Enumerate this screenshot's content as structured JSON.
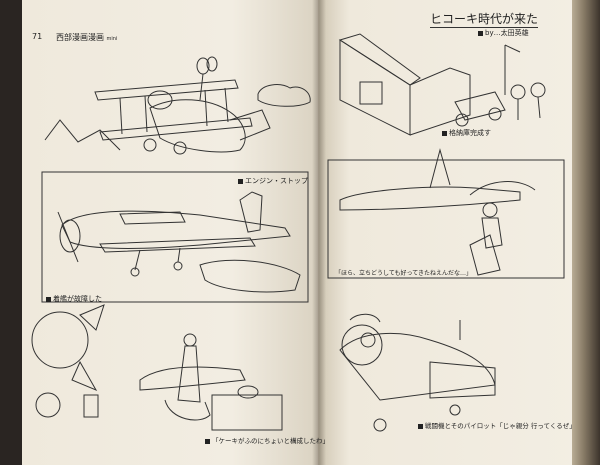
{
  "left_page": {
    "page_number": "71",
    "running_head": "西部漫画漫画",
    "running_head_tag": "mini",
    "captions": {
      "caption_1": "エンジン・ストップ",
      "caption_2": "着艦が故障した",
      "caption_3": "「ケーキがふのにちょいと構成したわ」"
    }
  },
  "right_page": {
    "title": "ヒコーキ時代が来た",
    "byline": "by…太田英雄",
    "captions": {
      "caption_1": "格納庫完成す",
      "caption_2": "「ほら、立ちどうしても好ってきたねえんだな…」",
      "caption_3": "戦闘機とそのパイロット「じゃ親分 行ってくるぜ」"
    }
  },
  "colors": {
    "paper": "#efe9dc",
    "ink": "#222222",
    "background": "#2a2522"
  }
}
